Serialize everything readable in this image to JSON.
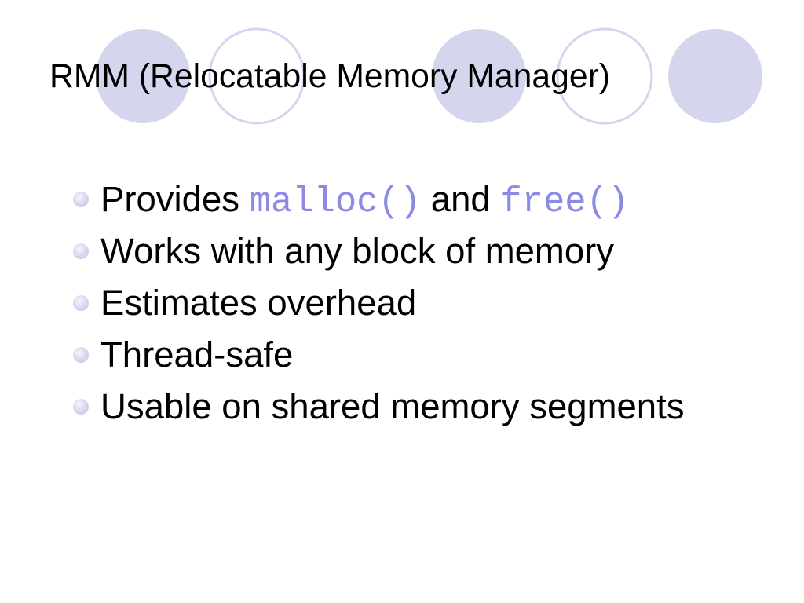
{
  "slide": {
    "title": "RMM (Relocatable Memory Manager)",
    "bullet_icon": "bullet-dot-icon",
    "bullets": [
      {
        "segments": [
          {
            "text": "Provides"
          },
          {
            "text": "malloc()",
            "code": true
          },
          {
            "text": "and"
          },
          {
            "text": "free()",
            "code": true
          }
        ]
      },
      {
        "segments": [
          {
            "text": "Works with any block of memory"
          }
        ]
      },
      {
        "segments": [
          {
            "text": "Estimates overhead"
          }
        ]
      },
      {
        "segments": [
          {
            "text": "Thread-safe"
          }
        ]
      },
      {
        "segments": [
          {
            "text": "Usable on shared memory segments"
          }
        ]
      }
    ]
  },
  "colors": {
    "background": "#ffffff",
    "text": "#000000",
    "accent": "#d5d5ee",
    "code": "#8b8be6"
  }
}
